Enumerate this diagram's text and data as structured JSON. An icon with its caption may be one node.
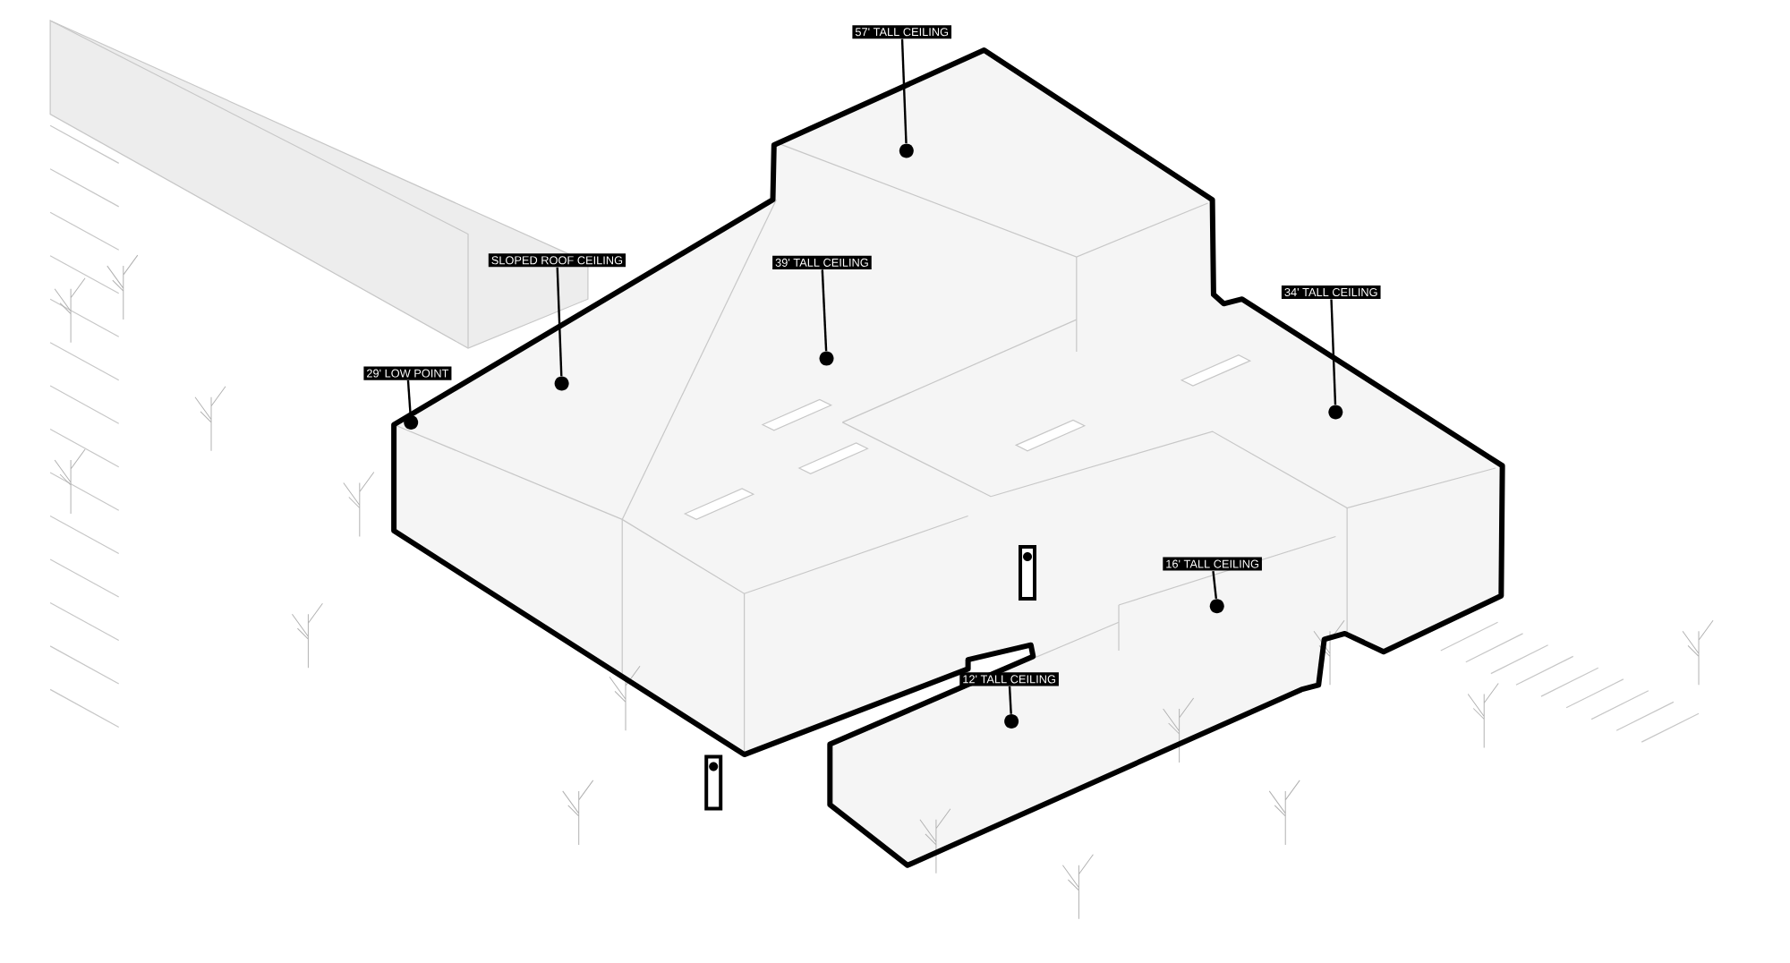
{
  "diagram": {
    "nodes": [
      {
        "text": [
          "57' TALL CEILING"
        ]
      },
      {
        "text": [],
        "shape": "circle"
      },
      {
        "text": [
          "SLOPED ROOF CEILING"
        ]
      },
      {
        "text": [],
        "shape": "circle"
      },
      {
        "text": [
          "39' TALL CEILING"
        ]
      },
      {
        "text": [],
        "shape": "circle"
      },
      {
        "text": [
          "34' TALL CEILING"
        ]
      },
      {
        "text": [],
        "shape": "circle"
      },
      {
        "text": [
          "29' LOW POINT"
        ]
      },
      {
        "text": [],
        "shape": "circle"
      },
      {
        "text": [
          "16' TALL CEILING"
        ]
      },
      {
        "text": [],
        "shape": "circle"
      },
      {
        "text": [
          "12' TALL CEILING"
        ]
      },
      {
        "text": [],
        "shape": "circle"
      }
    ],
    "edges": [
      {
        "from": 0,
        "to": 1,
        "arrow": "none"
      },
      {
        "from": 2,
        "to": 3,
        "arrow": "none"
      },
      {
        "from": 4,
        "to": 5,
        "arrow": "none"
      },
      {
        "from": 6,
        "to": 7,
        "arrow": "none"
      },
      {
        "from": 8,
        "to": 9,
        "arrow": "none"
      },
      {
        "from": 10,
        "to": 11,
        "arrow": "none"
      },
      {
        "from": 12,
        "to": 13,
        "arrow": "none"
      }
    ]
  }
}
